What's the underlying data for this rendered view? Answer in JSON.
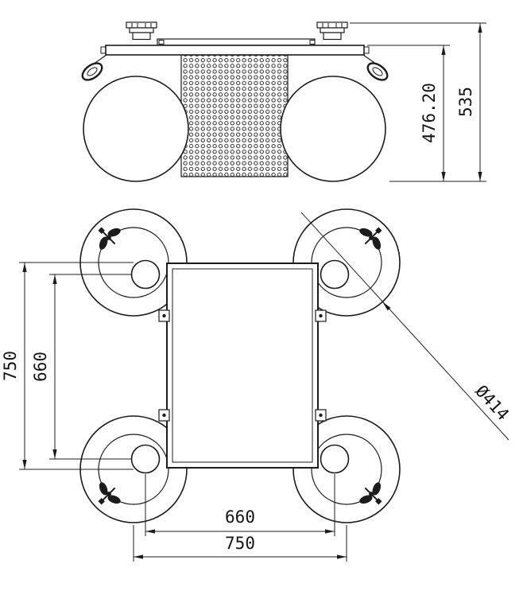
{
  "canvas": {
    "background": "#ffffff",
    "ink": "#1c1c1c"
  },
  "front_view": {
    "dim_inner_height": "476.20",
    "dim_overall_height": "535"
  },
  "plan_view": {
    "dim_left_outer": "750",
    "dim_left_inner": "660",
    "dim_bottom_inner": "660",
    "dim_bottom_outer": "750",
    "dim_float_diameter": "Ø414"
  }
}
